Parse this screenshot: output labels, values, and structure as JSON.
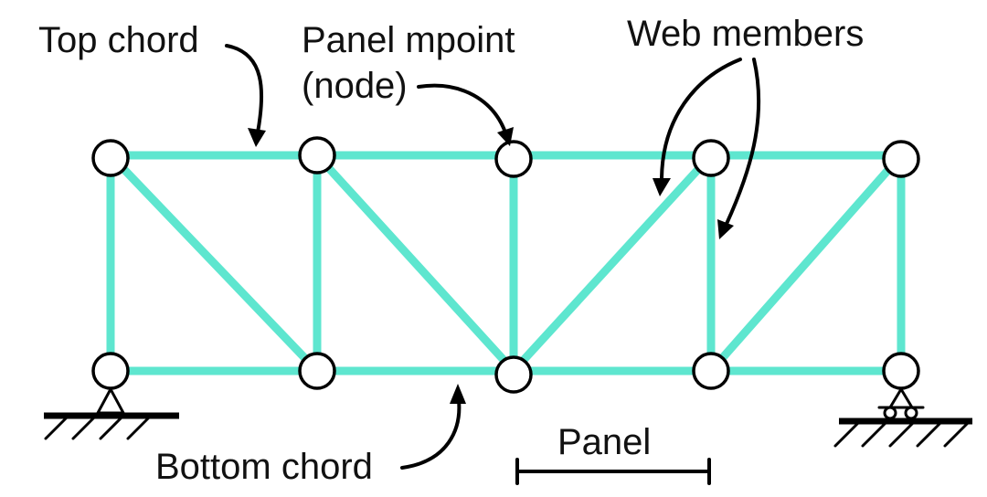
{
  "labels": {
    "top_chord": "Top chord",
    "panel_point_line1": "Panel mpoint",
    "panel_point_line2": "(node)",
    "web_members": "Web members",
    "bottom_chord": "Bottom chord",
    "panel": "Panel"
  },
  "colors": {
    "member": "#5ee6cf",
    "node_fill": "#ffffff",
    "ink": "#000000"
  },
  "supports": {
    "left": "pin-support-icon",
    "right": "roller-support-icon"
  }
}
